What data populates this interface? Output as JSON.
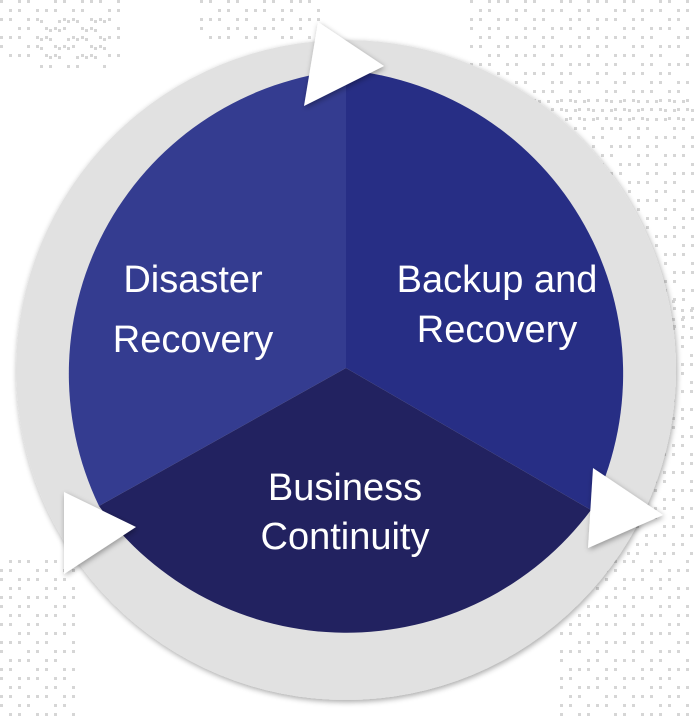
{
  "diagram": {
    "type": "cycle",
    "segments": [
      {
        "id": "disaster",
        "lines": [
          "Disaster",
          "Recovery"
        ]
      },
      {
        "id": "backup",
        "lines": [
          "Backup and",
          "Recovery"
        ]
      },
      {
        "id": "business",
        "lines": [
          "Business",
          "Continuity"
        ]
      }
    ],
    "arrow_count": 3
  },
  "colors": {
    "disaster_fill": "#343c90",
    "backup_fill": "#272e85",
    "business_fill": "#222260",
    "ring": "#e1e1e1",
    "arrow": "#ffffff",
    "map_dots": "#d6d6d6",
    "text": "#ffffff"
  }
}
